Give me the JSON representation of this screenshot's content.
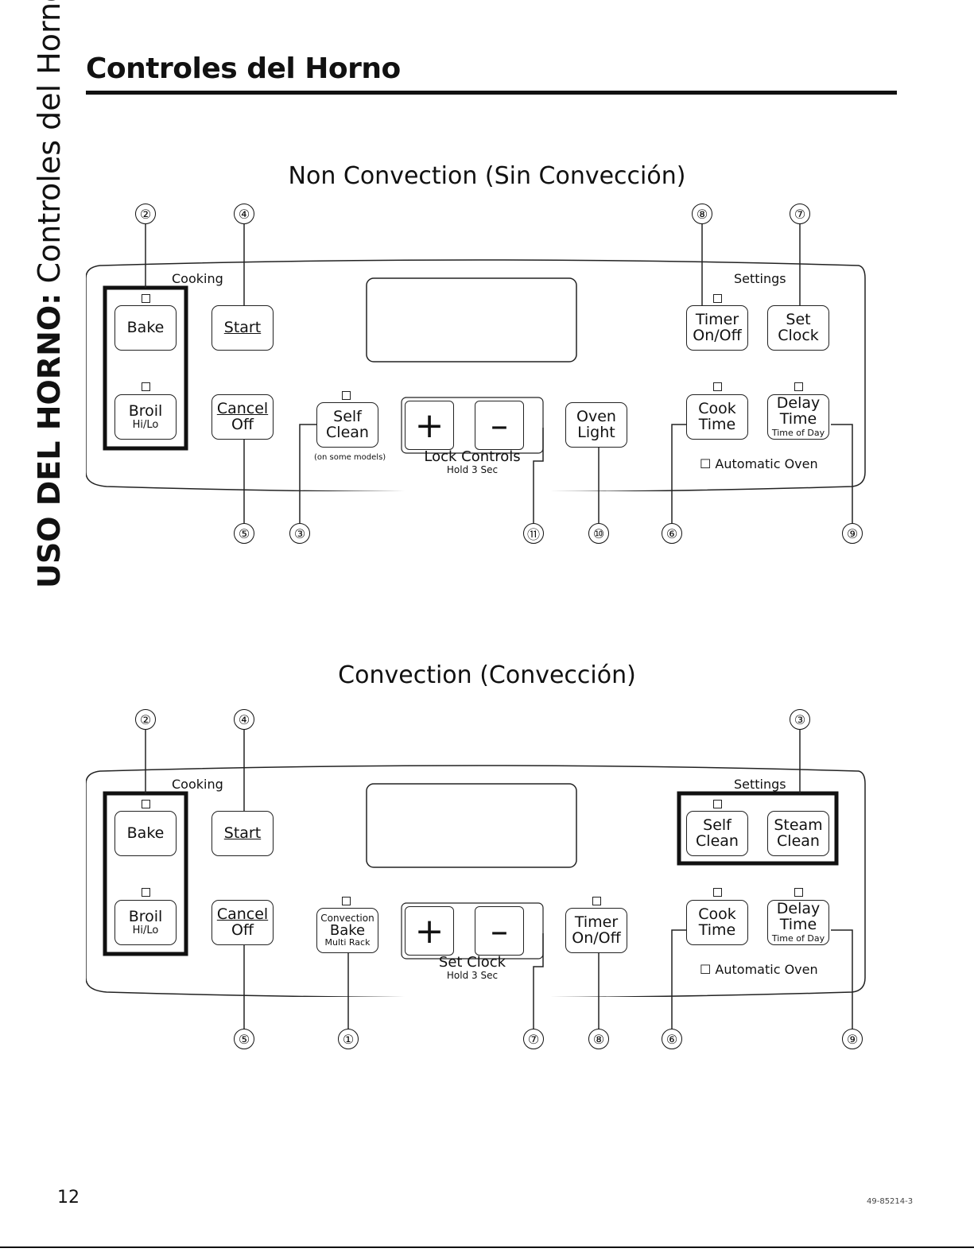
{
  "side_title": {
    "bold": "USO DEL HORNO:",
    "normal": " Controles del Horno"
  },
  "page_title": "Controles del Horno",
  "section1": {
    "title": "Non Convection (Sin Convección)",
    "cooking_label": "Cooking",
    "settings_label": "Settings",
    "bake": "Bake",
    "broil": "Broil",
    "broil_sub": "Hi/Lo",
    "start": "Start",
    "cancel": "Cancel",
    "off": "Off",
    "self": "Self",
    "clean": "Clean",
    "on_some_models": "(on some models)",
    "plus": "+",
    "minus": "–",
    "lock_controls": "Lock Controls",
    "hold": "Hold 3 Sec",
    "oven": "Oven",
    "light": "Light",
    "timer": "Timer",
    "onoff": "On/Off",
    "set": "Set",
    "clock": "Clock",
    "cook": "Cook",
    "cook_time": "Time",
    "delay": "Delay",
    "delay_time": "Time",
    "time_of_day": "Time of Day",
    "automatic_oven": "☐ Automatic Oven",
    "callouts": {
      "bake_group": "②",
      "start": "④",
      "timer": "⑧",
      "clock": "⑦",
      "cancel": "⑤",
      "self_clean": "③",
      "lock": "⑪",
      "light": "⑩",
      "cook_time": "⑥",
      "delay_time": "⑨"
    }
  },
  "section2": {
    "title": "Convection (Convección)",
    "cooking_label": "Cooking",
    "settings_label": "Settings",
    "bake": "Bake",
    "broil": "Broil",
    "broil_sub": "Hi/Lo",
    "start": "Start",
    "cancel": "Cancel",
    "off": "Off",
    "conv_l1": "Convection",
    "conv_l2": "Bake",
    "conv_l3": "Multi Rack",
    "plus": "+",
    "minus": "–",
    "set_clock": "Set Clock",
    "hold": "Hold 3 Sec",
    "timer": "Timer",
    "onoff": "On/Off",
    "self": "Self",
    "clean": "Clean",
    "steam": "Steam",
    "steam_clean": "Clean",
    "cook": "Cook",
    "cook_time": "Time",
    "delay": "Delay",
    "delay_time": "Time",
    "time_of_day": "Time of Day",
    "automatic_oven": "☐ Automatic Oven",
    "callouts": {
      "bake_group": "②",
      "start": "④",
      "settings_group": "③",
      "cancel": "⑤",
      "conv_bake": "①",
      "set_clock": "⑦",
      "timer": "⑧",
      "cook_time": "⑥",
      "delay_time": "⑨"
    }
  },
  "footer": {
    "page_number": "12",
    "doc_id": "49-85214-3"
  }
}
